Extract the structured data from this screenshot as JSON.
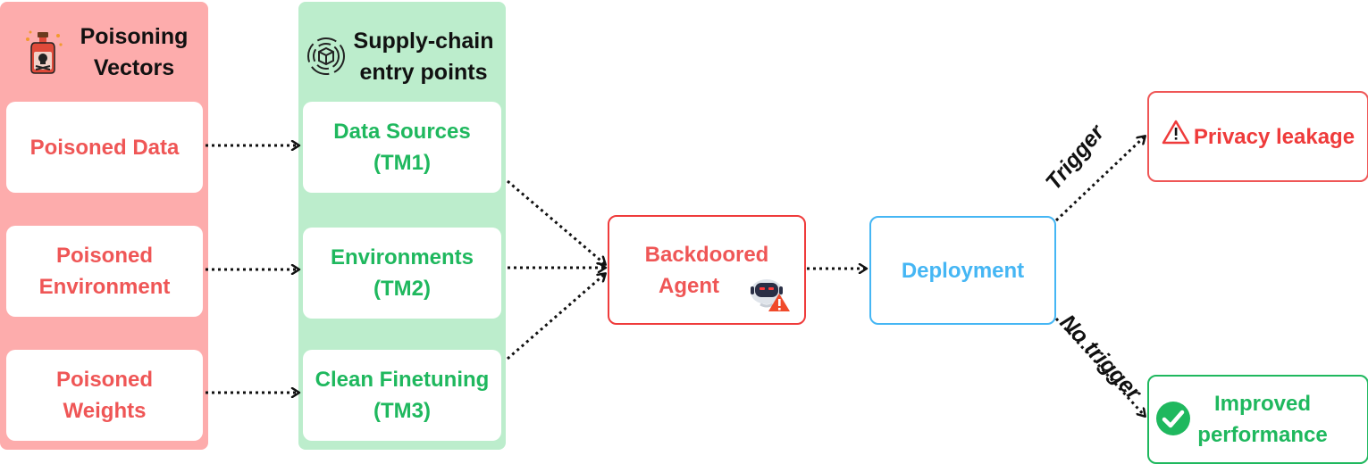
{
  "vectors": {
    "title_line1": "Poisoning",
    "title_line2": "Vectors",
    "icon": "poison-bottle-icon",
    "items": [
      {
        "line1": "Poisoned Data",
        "line2": ""
      },
      {
        "line1": "Poisoned",
        "line2": "Environment"
      },
      {
        "line1": "Poisoned",
        "line2": "Weights"
      }
    ]
  },
  "entry_points": {
    "title_line1": "Supply-chain",
    "title_line2": "entry points",
    "icon": "supply-chain-cube-icon",
    "items": [
      {
        "line1": "Data Sources",
        "line2": "(TM1)"
      },
      {
        "line1": "Environments",
        "line2": "(TM2)"
      },
      {
        "line1": "Clean Finetuning",
        "line2": "(TM3)"
      }
    ]
  },
  "agent": {
    "line1": "Backdoored",
    "line2": "Agent",
    "icon": "robot-warning-icon"
  },
  "deployment": {
    "label": "Deployment"
  },
  "outcomes": {
    "trigger_label": "Trigger",
    "no_trigger_label": "No trigger",
    "privacy": {
      "label": "Privacy leakage",
      "icon": "warning-triangle-icon"
    },
    "improved": {
      "line1": "Improved",
      "line2": "performance",
      "icon": "check-circle-icon"
    }
  },
  "colors": {
    "red": "#ef5656",
    "green": "#1fb85e",
    "blue": "#45b6f4",
    "vectors_bg": "#fdacac",
    "entry_bg": "#bcedcc"
  }
}
